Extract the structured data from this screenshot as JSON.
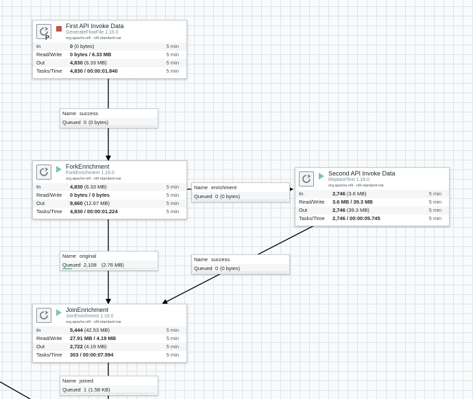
{
  "processors": {
    "first": {
      "name": "First API Invoke Data",
      "type": "GenerateFlowFile 1.16.0",
      "bundle": "org.apache.nifi - nifi-standard-nar",
      "status": "stopped",
      "badge": "P",
      "stats": {
        "in": {
          "label": "In",
          "value": "0",
          "extra": " (0 bytes)",
          "window": "5 min"
        },
        "rw": {
          "label": "Read/Write",
          "value": "0 bytes / 6.33 MB",
          "extra": "",
          "window": "5 min"
        },
        "out": {
          "label": "Out",
          "value": "4,830",
          "extra": " (6.33 MB)",
          "window": "5 min"
        },
        "tasks": {
          "label": "Tasks/Time",
          "value": "4,830 / 00:00:01.840",
          "extra": "",
          "window": "5 min"
        }
      }
    },
    "fork": {
      "name": "ForkEnrichment",
      "type": "ForkEnrichment 1.16.0",
      "bundle": "org.apache.nifi - nifi-standard-nar",
      "status": "running",
      "stats": {
        "in": {
          "label": "In",
          "value": "4,830",
          "extra": " (6.33 MB)",
          "window": "5 min"
        },
        "rw": {
          "label": "Read/Write",
          "value": "0 bytes / 0 bytes",
          "extra": "",
          "window": "5 min"
        },
        "out": {
          "label": "Out",
          "value": "9,660",
          "extra": " (12.67 MB)",
          "window": "5 min"
        },
        "tasks": {
          "label": "Tasks/Time",
          "value": "4,830 / 00:00:01.224",
          "extra": "",
          "window": "5 min"
        }
      }
    },
    "second": {
      "name": "Second API Invoke Data",
      "type": "ReplaceText 1.16.0",
      "bundle": "org.apache.nifi - nifi-standard-nar",
      "status": "running",
      "stats": {
        "in": {
          "label": "In",
          "value": "2,746",
          "extra": " (3.6 MB)",
          "window": "5 min"
        },
        "rw": {
          "label": "Read/Write",
          "value": "3.6 MB / 39.3 MB",
          "extra": "",
          "window": "5 min"
        },
        "out": {
          "label": "Out",
          "value": "2,746",
          "extra": " (39.3 MB)",
          "window": "5 min"
        },
        "tasks": {
          "label": "Tasks/Time",
          "value": "2,746 / 00:00:05.745",
          "extra": "",
          "window": "5 min"
        }
      }
    },
    "join": {
      "name": "JoinEnrichment",
      "type": "JoinEnrichment 1.16.0",
      "bundle": "org.apache.nifi - nifi-standard-nar",
      "status": "running",
      "stats": {
        "in": {
          "label": "In",
          "value": "5,444",
          "extra": " (42.53 MB)",
          "window": "5 min"
        },
        "rw": {
          "label": "Read/Write",
          "value": "27.91 MB / 4.19 MB",
          "extra": "",
          "window": "5 min"
        },
        "out": {
          "label": "Out",
          "value": "2,722",
          "extra": " (4.19 MB)",
          "window": "5 min"
        },
        "tasks": {
          "label": "Tasks/Time",
          "value": "303 / 00:00:07.594",
          "extra": "",
          "window": "5 min"
        }
      }
    }
  },
  "connections": {
    "success1": {
      "name_label": "Name",
      "name": "success",
      "queued_label": "Queued",
      "count": "0",
      "size": "(0 bytes)",
      "fill": 0
    },
    "enrichment": {
      "name_label": "Name",
      "name": "enrichment",
      "queued_label": "Queued",
      "count": "0",
      "size": "(0 bytes)",
      "fill": 0
    },
    "original": {
      "name_label": "Name",
      "name": "original",
      "queued_label": "Queued",
      "count": "2,108",
      "size": "(2.76 MB)",
      "fill": 0.1
    },
    "success2": {
      "name_label": "Name",
      "name": "success",
      "queued_label": "Queued",
      "count": "0",
      "size": "(0 bytes)",
      "fill": 0
    },
    "joined": {
      "name_label": "Name",
      "name": "joined",
      "queued_label": "Queued",
      "count": "1",
      "size": "(1.58 KB)",
      "fill": 0
    }
  },
  "colors": {
    "stopped": "#ba554a",
    "running": "#7dc7a0",
    "queue_fill": "#7dc7a0"
  }
}
